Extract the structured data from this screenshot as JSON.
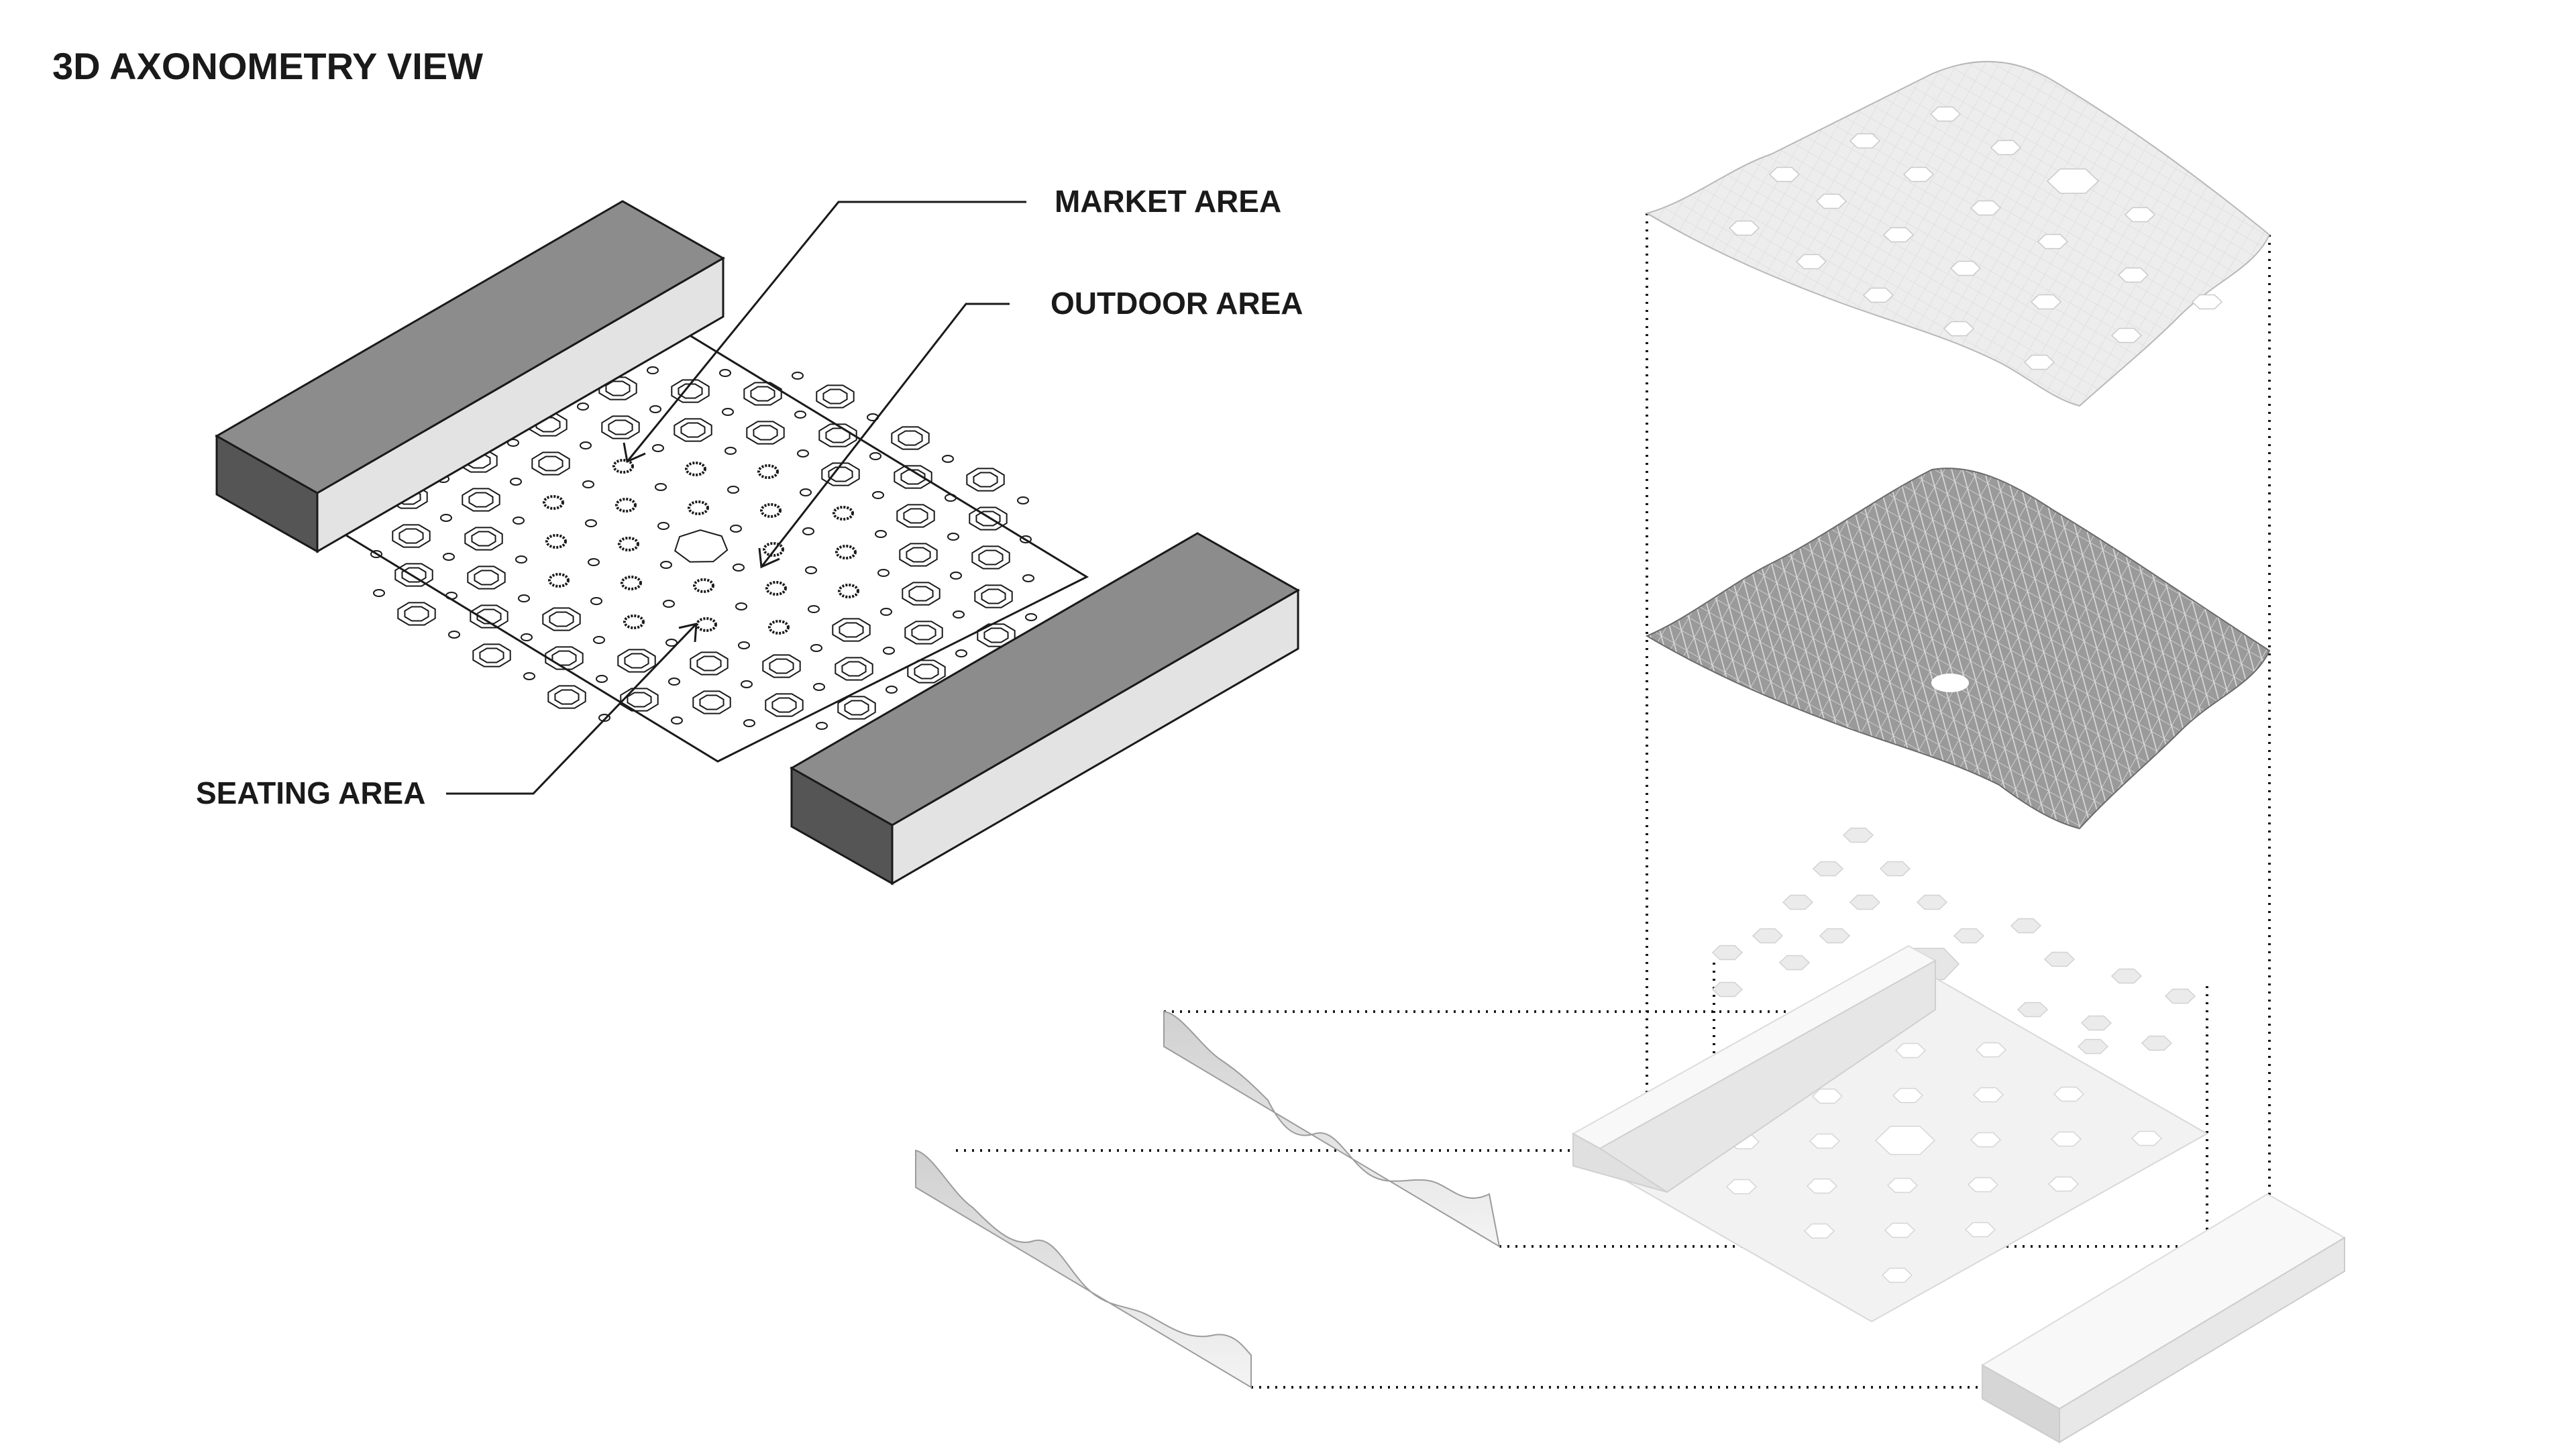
{
  "title": "3D AXONOMETRY VIEW",
  "labels": {
    "market_area": "MARKET AREA",
    "outdoor_area": "OUTDOOR AREA",
    "seating_area": "SEATING AREA"
  },
  "colors": {
    "ink": "#1a1a1a",
    "block_top": "#8c8c8c",
    "block_side_light": "#e3e3e3",
    "block_side_dark": "#555555",
    "canopy_light": "#e6e6e6",
    "canopy_mesh": "#8a8a8a",
    "base_light": "#ececec"
  }
}
